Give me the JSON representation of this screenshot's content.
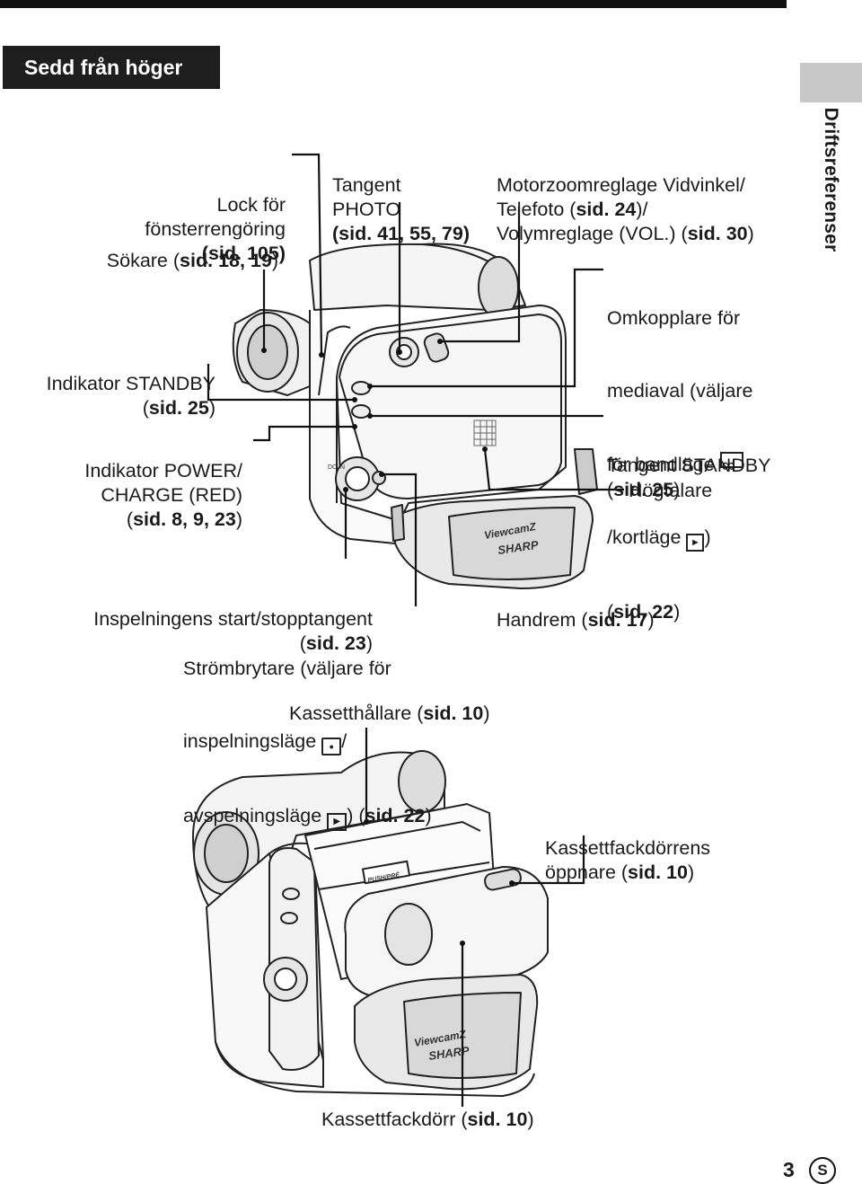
{
  "section_title": "Sedd från höger",
  "side_tab": "Driftsreferenser",
  "page_number": "3",
  "language_mark": "S",
  "camera_text": {
    "brand": "SHARP",
    "model": "ViewcamZ",
    "push_label": "PUSH/PRÉ",
    "dc_in": "DC IN"
  },
  "labels": {
    "lock": [
      "Lock för",
      "fönsterrengöring",
      "(sid. 105)"
    ],
    "photo": [
      "Tangent",
      "PHOTO",
      "(sid. 41, 55, 79)"
    ],
    "zoom": [
      "Motorzoomreglage Vidvinkel/",
      "Telefoto (sid. 24)/",
      "Volymreglage (VOL.) (sid. 30)"
    ],
    "sokare": "Sökare (sid. 18, 19)",
    "standby_ind": [
      "Indikator STANDBY",
      "(sid. 25)"
    ],
    "media": [
      "Omkopplare för",
      "mediaval (väljare",
      "för bandläge",
      "/kortläge",
      "(sid. 22)"
    ],
    "power": [
      "Indikator POWER/",
      "CHARGE (RED)",
      "(sid. 8, 9, 23)"
    ],
    "standby_btn": [
      "Tangent STANDBY",
      "(sid. 25)"
    ],
    "speaker": "Högtalare",
    "rec": [
      "Inspelningens start/stopptangent",
      "(sid. 23)"
    ],
    "power_switch": [
      "Strömbrytare (väljare för",
      "inspelningsläge",
      "avspelningsläge",
      "(sid. 22)"
    ],
    "strap": "Handrem (sid. 17)",
    "cassette_holder": "Kassetthållare (sid. 10)",
    "door_opener": [
      "Kassettfackdörrens",
      "öppnare (sid. 10)"
    ],
    "cassette_door": "Kassettfackdörr (sid. 10)"
  }
}
